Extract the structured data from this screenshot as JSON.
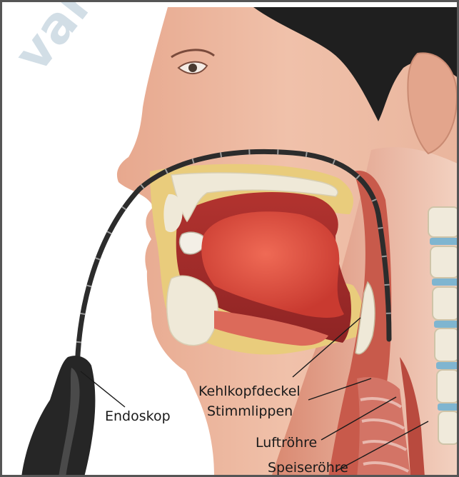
{
  "watermark": "variant",
  "labels": {
    "epiglottis": "Kehlkopfdeckel",
    "vocal_cords": "Stimmlippen",
    "endoscope": "Endoskop",
    "trachea": "Luftröhre",
    "esophagus": "Speiseröhre"
  },
  "colors": {
    "skin": "#e8b39a",
    "skin_shadow": "#cf8f76",
    "hair": "#1f1f1f",
    "bone": "#efe9d8",
    "fat": "#e9cc7c",
    "muscle": "#d9463a",
    "mucosa": "#c9443c",
    "cavity": "#a32d2b",
    "endoscope": "#2c2c2c",
    "frame": "#555555"
  }
}
